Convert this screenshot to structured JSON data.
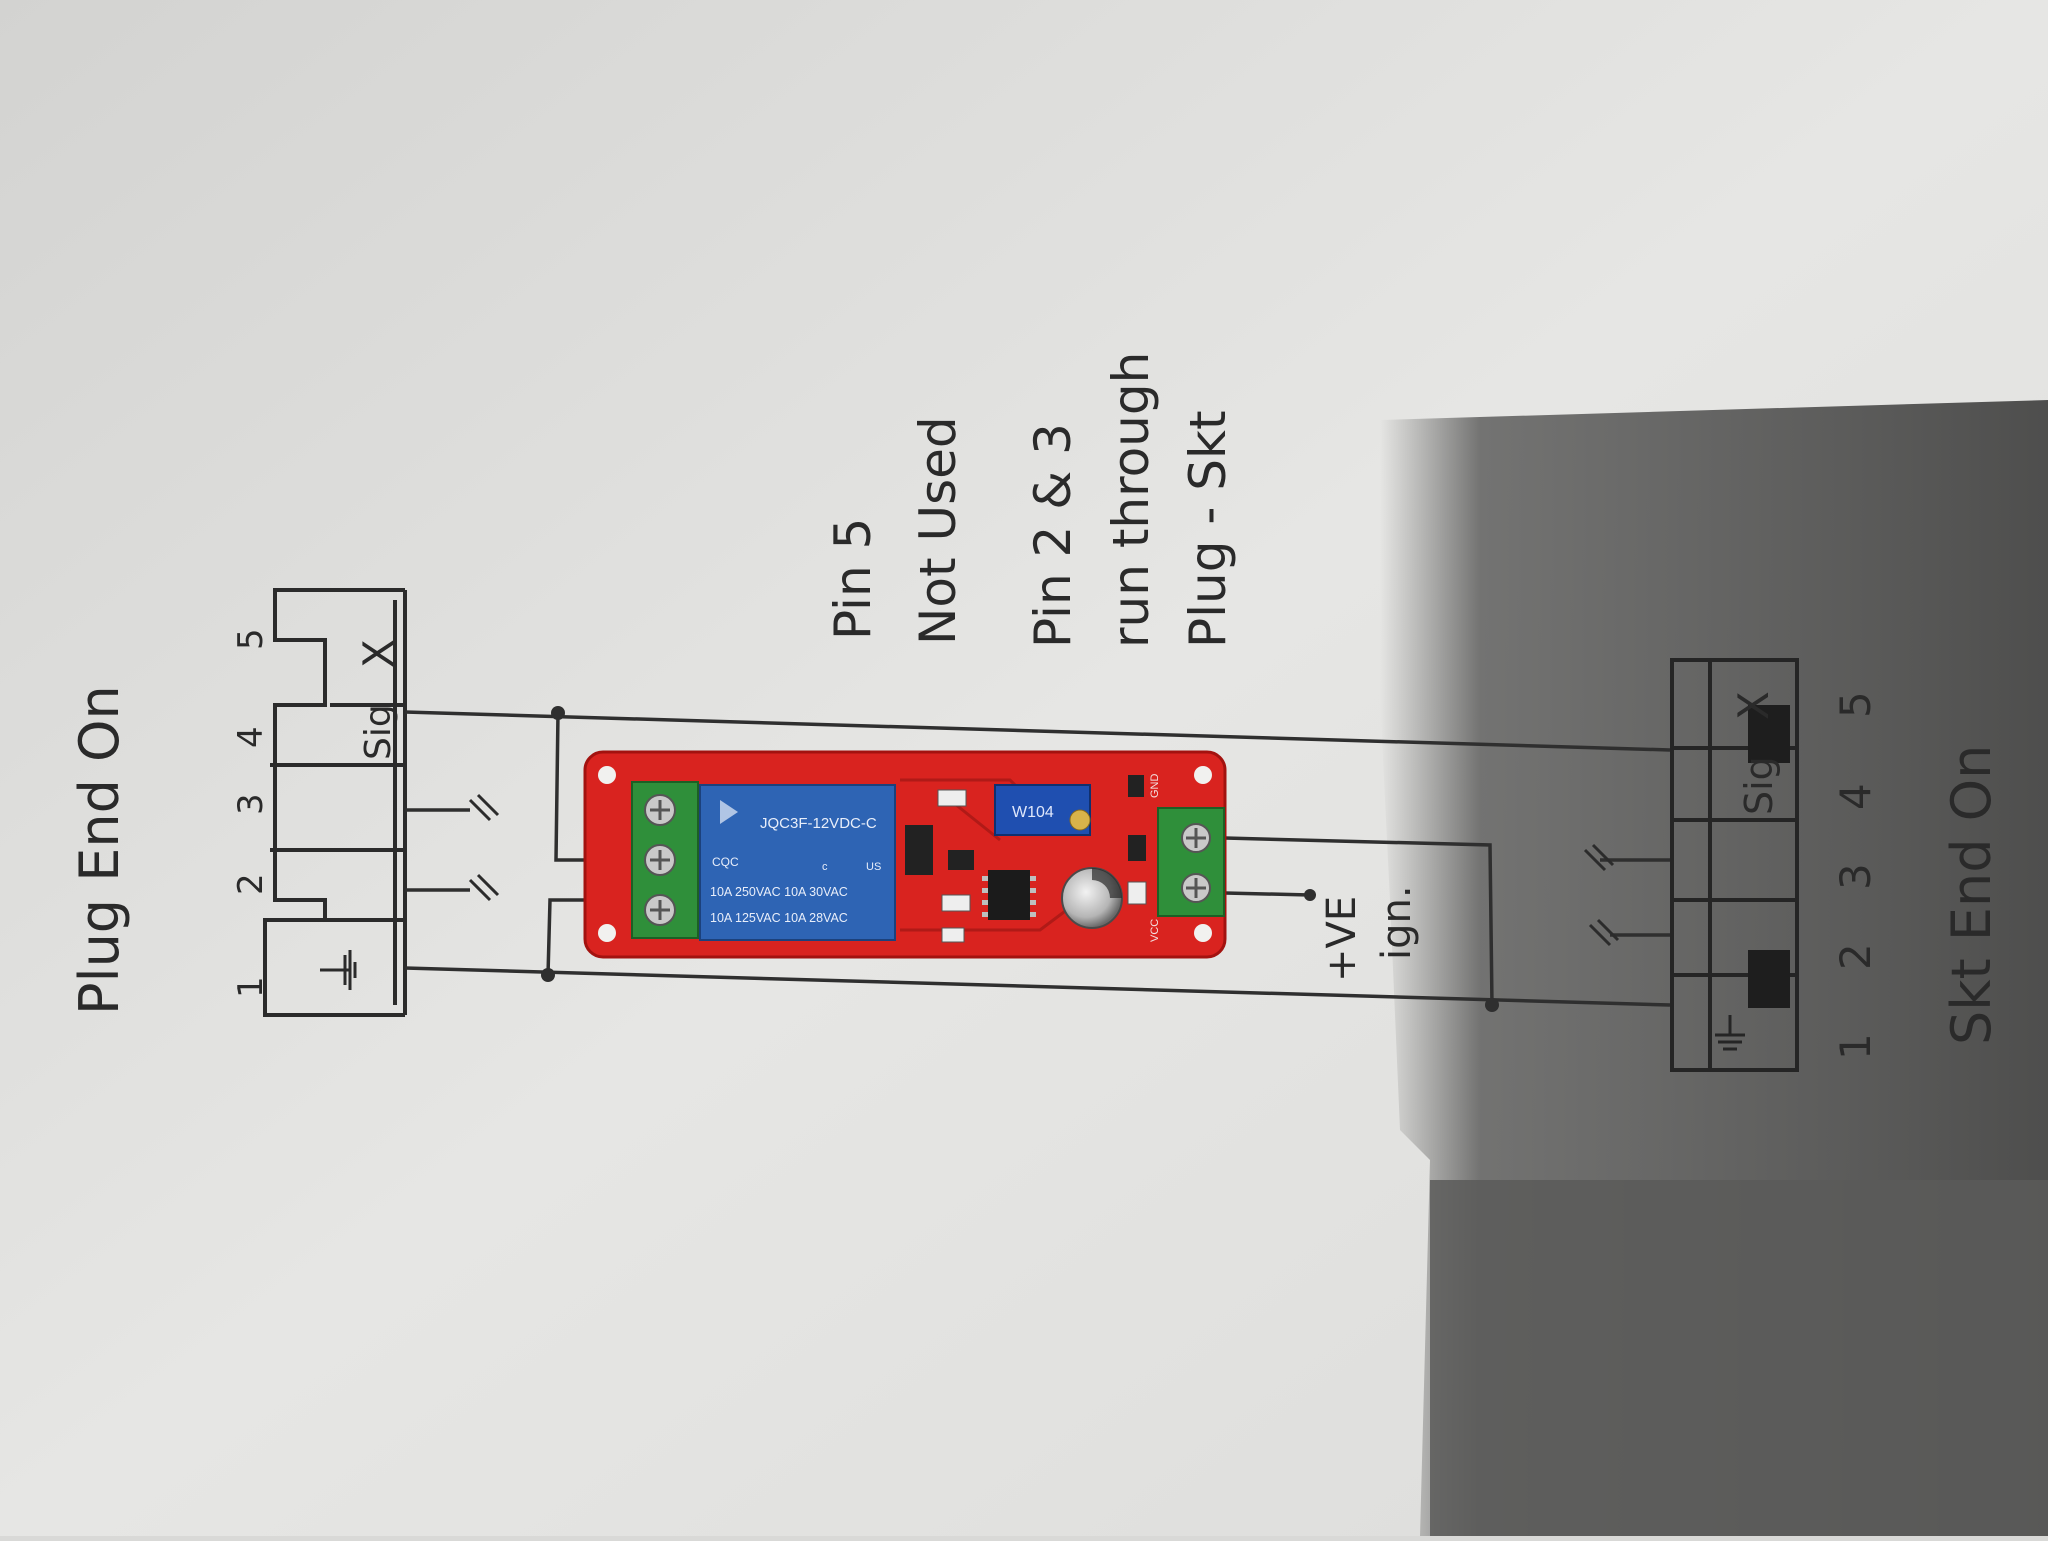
{
  "image": {
    "caption_plug": "Plug End On",
    "caption_socket": "Skt End On",
    "note_pin5_line1": "Pin 5",
    "note_pin5_line2": "Not Used",
    "note_pins_line1": "Pin 2 & 3",
    "note_pins_line2": "run through",
    "note_pins_line3": "Plug - Skt",
    "ve_label_line1": "+VE",
    "ve_label_line2": "ign.",
    "plug_pins": [
      "1",
      "2",
      "3",
      "4",
      "5"
    ],
    "socket_pins": [
      "1",
      "2",
      "3",
      "4",
      "5"
    ],
    "sig_label": "Sig",
    "x_label": "X",
    "relay_model": "JQC3F-12VDC-C",
    "relay_rating_1": "10A 250VAC 10A 30VAC",
    "relay_rating_2": "10A 125VAC 10A 28VAC",
    "relay_cert_1": "CQC",
    "relay_cert_2": "c",
    "relay_cert_3": "US",
    "pot_label": "W104",
    "vcc_label": "VCC",
    "gnd_label": "GND"
  },
  "colors": {
    "paper": "#e4e4e2",
    "ink": "#2b2b2b",
    "pcb_red": "#d9231f",
    "relay_blue": "#2e64b4",
    "terminal_green": "#2f8f3a",
    "pot_blue": "#1f4fb0",
    "shadow": "#575757"
  }
}
